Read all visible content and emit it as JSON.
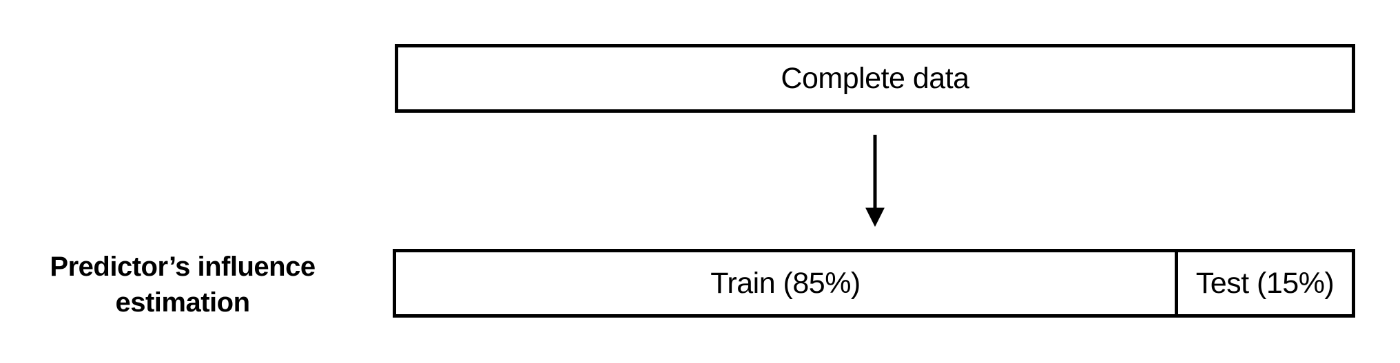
{
  "diagram": {
    "top_box": {
      "label": "Complete data"
    },
    "split": {
      "segments": [
        {
          "label": "Train (85%)",
          "share": 0.85
        },
        {
          "label": "Test (15%)",
          "share": 0.15
        }
      ]
    },
    "side_label": {
      "line1": "Predictor’s influence",
      "line2": "estimation"
    }
  }
}
